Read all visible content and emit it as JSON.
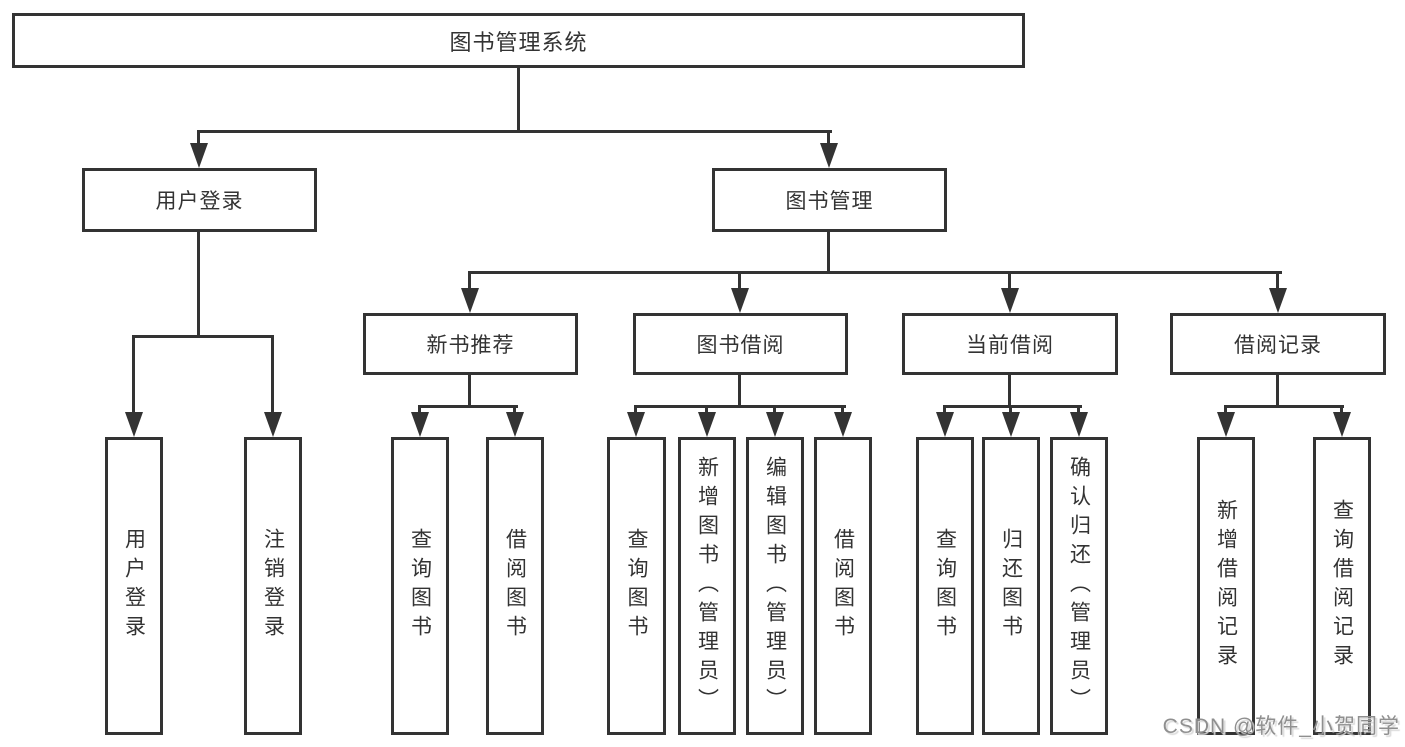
{
  "colors": {
    "line": "#333333",
    "text": "#333333",
    "watermark_gray": "#8f8f8f",
    "background": "#ffffff"
  },
  "tree": {
    "label": "图书管理系统",
    "children": [
      {
        "label": "用户登录",
        "children": [
          {
            "label": "用户登录"
          },
          {
            "label": "注销登录"
          }
        ]
      },
      {
        "label": "图书管理",
        "children": [
          {
            "label": "新书推荐",
            "children": [
              {
                "label": "查询图书"
              },
              {
                "label": "借阅图书"
              }
            ]
          },
          {
            "label": "图书借阅",
            "children": [
              {
                "label": "查询图书"
              },
              {
                "label": "新增图书（管理员）"
              },
              {
                "label": "编辑图书（管理员）"
              },
              {
                "label": "借阅图书"
              }
            ]
          },
          {
            "label": "当前借阅",
            "children": [
              {
                "label": "查询图书"
              },
              {
                "label": "归还图书"
              },
              {
                "label": "确认归还（管理员）"
              }
            ]
          },
          {
            "label": "借阅记录",
            "children": [
              {
                "label": "新增借阅记录"
              },
              {
                "label": "查询借阅记录"
              }
            ]
          }
        ]
      }
    ]
  },
  "watermark": {
    "text": "CSDN @软件_小贺同学"
  }
}
